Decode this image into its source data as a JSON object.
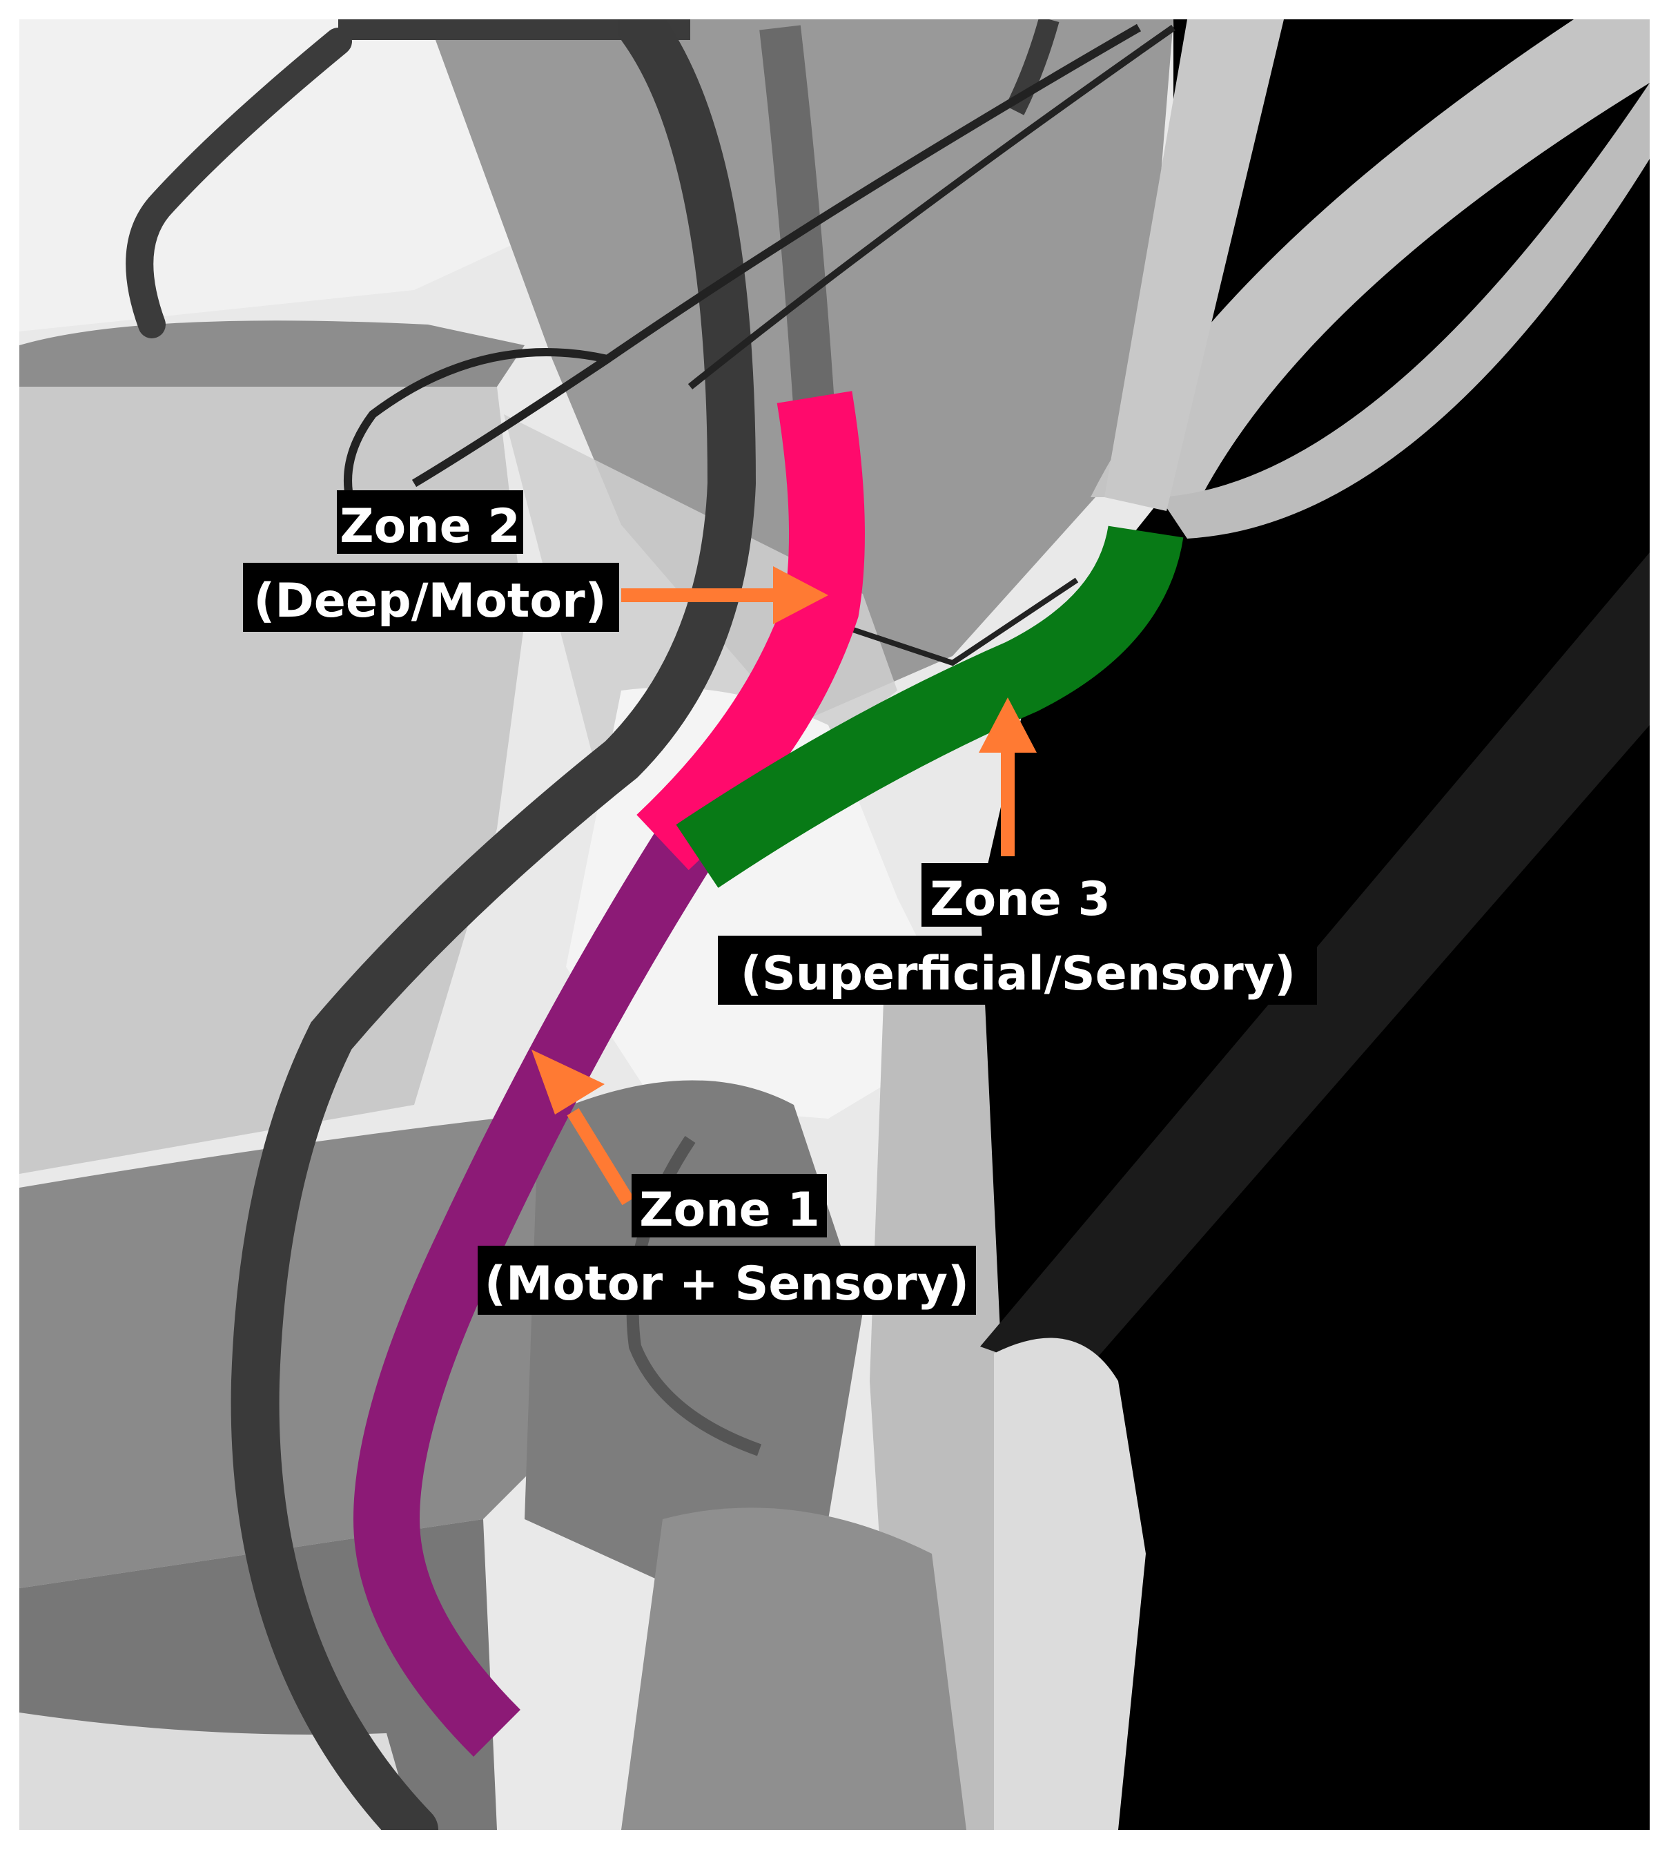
{
  "colors": {
    "zone1": "#8C1A76",
    "zone2": "#FF0A6C",
    "zone3": "#087A16",
    "arrow": "#FF7A33",
    "label_bg": "#000000",
    "label_text": "#FFFFFF"
  },
  "zones": [
    {
      "id": "zone-1",
      "title": "Zone 1",
      "subtitle": "(Motor + Sensory)"
    },
    {
      "id": "zone-2",
      "title": "Zone 2",
      "subtitle": "(Deep/Motor)"
    },
    {
      "id": "zone-3",
      "title": "Zone 3",
      "subtitle": "(Superficial/Sensory)"
    }
  ]
}
